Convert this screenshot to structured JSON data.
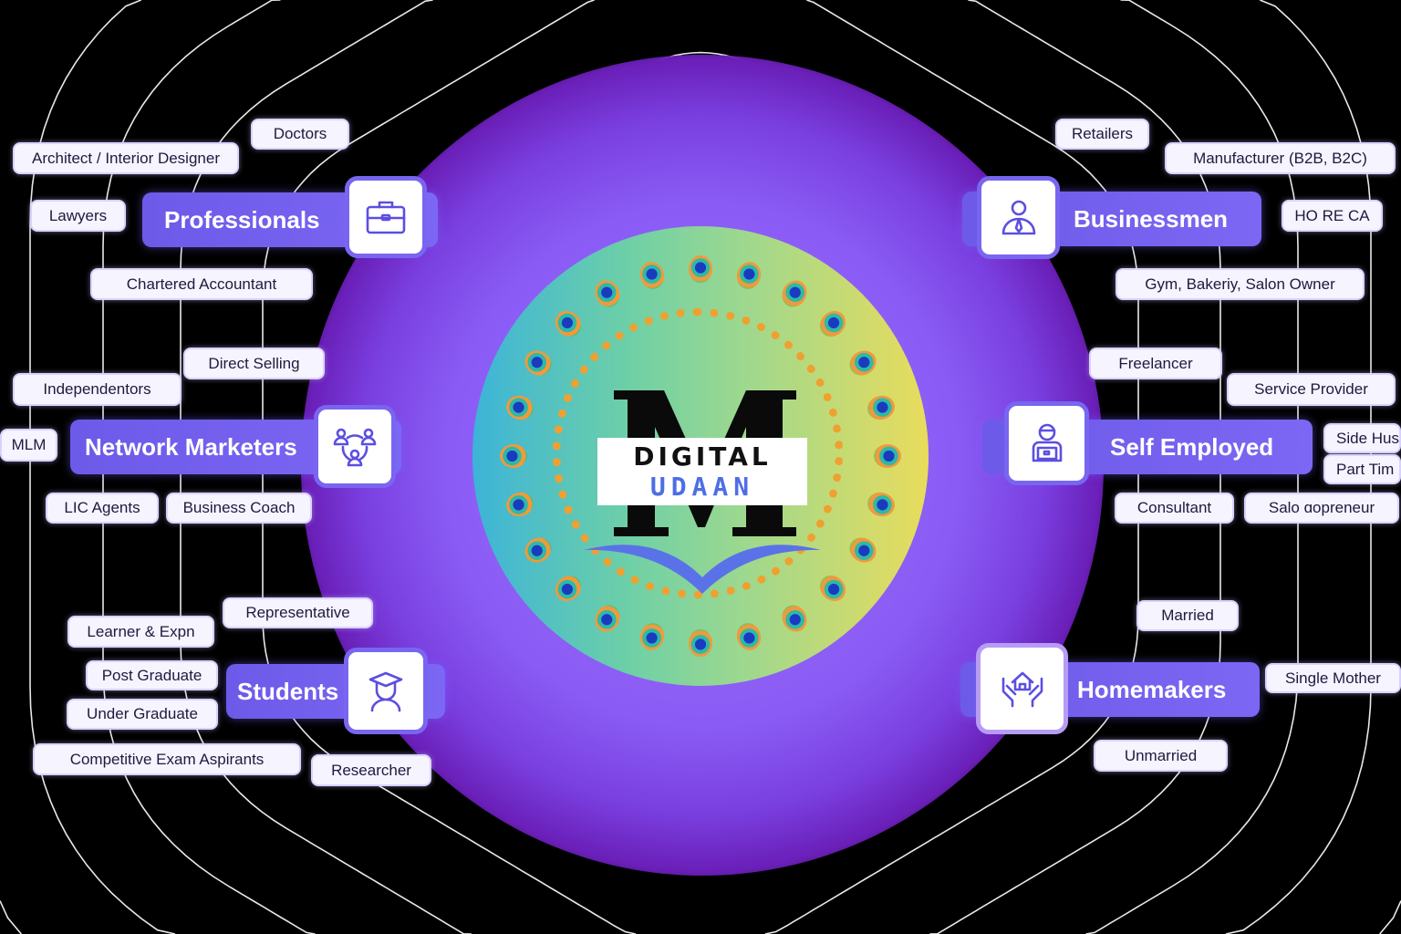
{
  "logo": {
    "brand_line1": "DIGITAL",
    "brand_line2": "UDAAN",
    "monogram": "M"
  },
  "categories": {
    "professionals": {
      "label": "Professionals",
      "icon": "briefcase-icon"
    },
    "network_marketers": {
      "label": "Network Marketers",
      "icon": "network-people-icon"
    },
    "students": {
      "label": "Students",
      "icon": "graduate-icon"
    },
    "businessmen": {
      "label": "Businessmen",
      "icon": "businessman-icon"
    },
    "self_employed": {
      "label": "Self Employed",
      "icon": "laptop-user-icon"
    },
    "homemakers": {
      "label": "Homemakers",
      "icon": "home-hands-icon"
    }
  },
  "tags": {
    "professionals": [
      "Doctors",
      "Architect / Interior Designer",
      "Lawyers",
      "Chartered Accountant"
    ],
    "network_marketers": [
      "Direct Selling",
      "Independentors",
      "MLM",
      "LIC Agents",
      "Business Coach"
    ],
    "students": [
      "Representative",
      "Learner & Expn",
      "Post Graduate",
      "Under Graduate",
      "Competitive Exam Aspirants",
      "Researcher"
    ],
    "businessmen": [
      "Retailers",
      "Manufacturer (B2B, B2C)",
      "HO RE CA",
      "Gym, Bakeriy, Salon Owner"
    ],
    "self_employed": [
      "Freelancer",
      "Service Provider",
      "Side Hus",
      "Part Tim",
      "Consultant",
      "Salo ɑopreneur"
    ],
    "homemakers": [
      "Married",
      "Single Mother",
      "Unmarried"
    ]
  },
  "colors": {
    "accent": "#6d5ae8",
    "icon": "#5b4fe0",
    "tag_text": "#1d1b3d",
    "background": "#000000"
  }
}
